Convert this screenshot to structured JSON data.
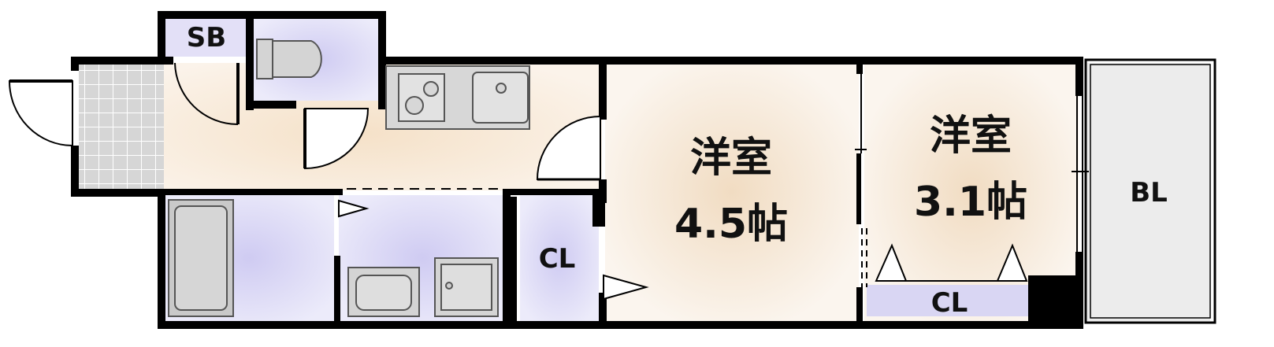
{
  "colors": {
    "wall": "#000000",
    "corridor": "#f7eadb",
    "wet_area": "#d9d6f3",
    "fixture": "#d4d4d4",
    "entrance_tile": "#d2d2d2",
    "balcony": "#e6e6e6",
    "room_glow": "#f3e3cf"
  },
  "labels": {
    "shoe_box": "SB",
    "room_large": {
      "type": "洋室",
      "size": "4.5帖"
    },
    "room_small": {
      "type": "洋室",
      "size": "3.1帖"
    },
    "closet_hall": "CL",
    "closet_room": "CL",
    "balcony": "BL"
  }
}
